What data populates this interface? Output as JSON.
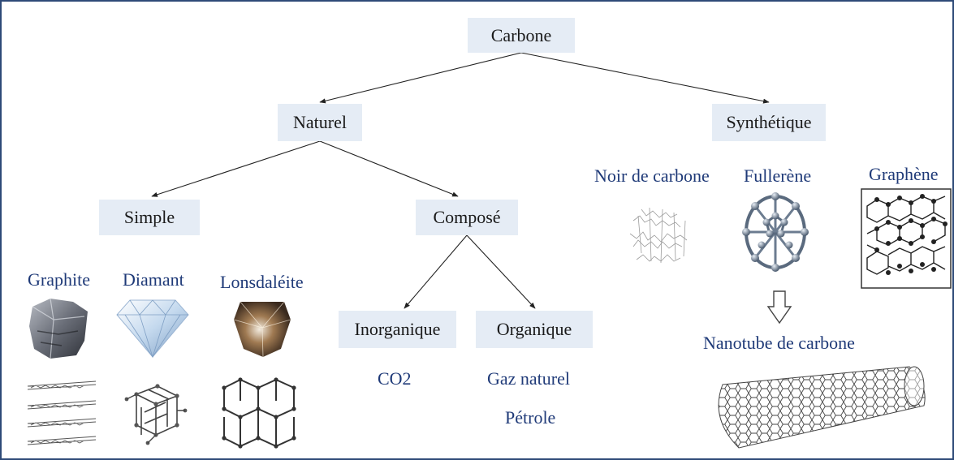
{
  "nodes": {
    "root": "Carbone",
    "naturel": "Naturel",
    "synthetique": "Synthétique",
    "simple": "Simple",
    "compose": "Composé",
    "inorganique": "Inorganique",
    "organique": "Organique"
  },
  "simple_items": {
    "graphite": "Graphite",
    "diamant": "Diamant",
    "lonsdaleite": "Lonsdaléite"
  },
  "inorganique_items": {
    "co2": "CO2"
  },
  "organique_items": {
    "gaz": "Gaz naturel",
    "petrole": "Pétrole"
  },
  "synthetic_items": {
    "noir": "Noir de carbone",
    "fullerene": "Fullerène",
    "graphene": "Graphène",
    "nanotube": "Nanotube de carbone"
  },
  "colors": {
    "border": "#2e4a78",
    "box_fill": "#e5ecf5",
    "label_text": "#1f3a78"
  }
}
